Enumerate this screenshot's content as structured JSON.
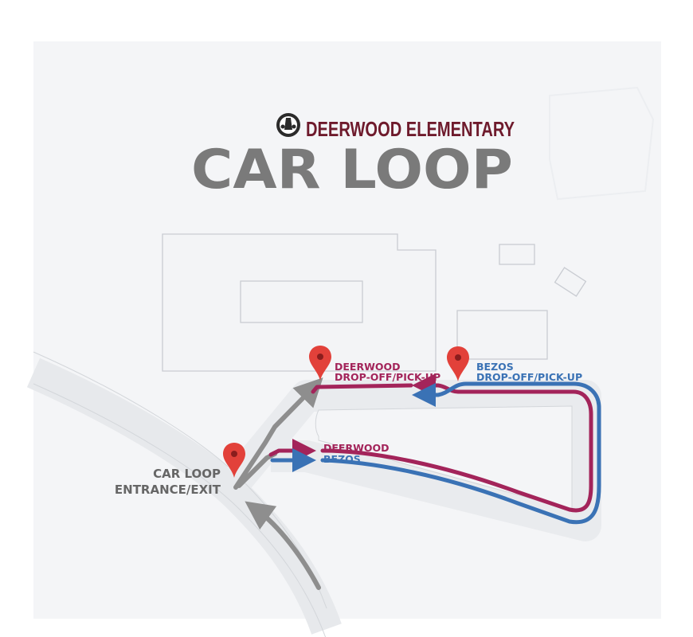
{
  "header": {
    "school_name": "DEERWOOD ELEMENTARY",
    "title": "CAR LOOP"
  },
  "labels": {
    "deerwood_stop_name": "DEERWOOD",
    "deerwood_stop_sub": "DROP-OFF/PICK-UP",
    "bezos_stop_name": "BEZOS",
    "bezos_stop_sub": "DROP-OFF/PICK-UP",
    "lane_deerwood": "DEERWOOD",
    "lane_bezos": "BEZOS",
    "entrance_line1": "CAR LOOP",
    "entrance_line2": "ENTRANCE/EXIT"
  },
  "colors": {
    "deerwood": "#a3245a",
    "bezos": "#3a72b5",
    "brand": "#6e1a2c",
    "title": "#7a7a7a",
    "entry_path": "#8e8e8e",
    "pin": "#e2413a",
    "building_fill": "#f3f4f6",
    "building_stroke": "#c9ccd2",
    "map_bg": "#f4f5f7"
  },
  "icons": {
    "logo": "school-crest-icon",
    "pin": "map-pin-icon"
  }
}
